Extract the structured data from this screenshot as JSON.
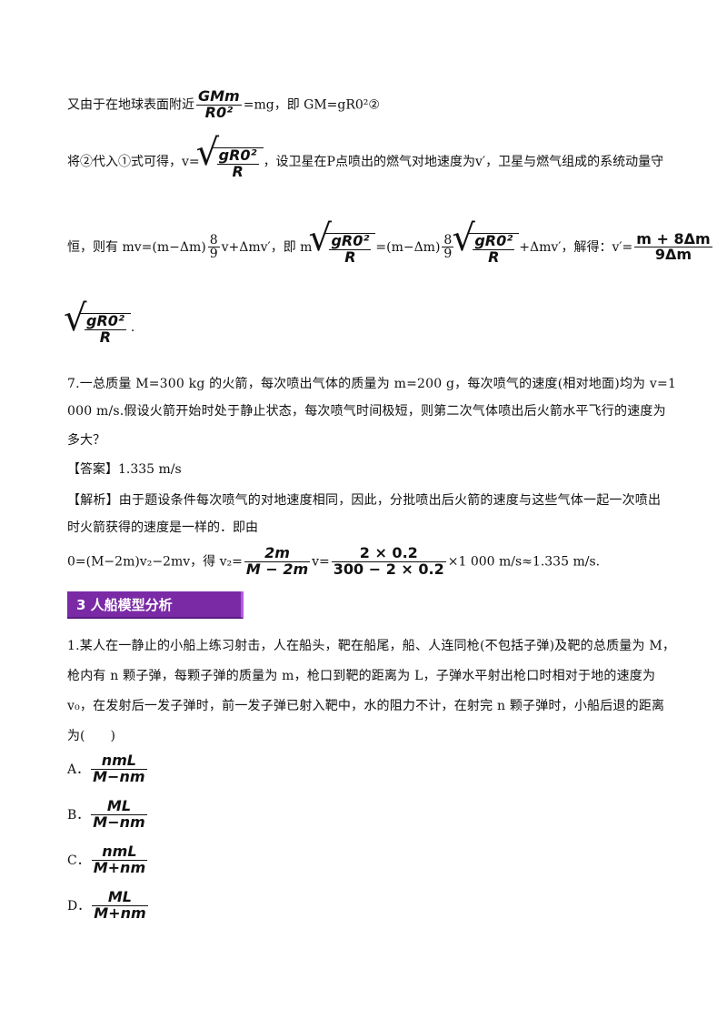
{
  "p1": {
    "pre": "又由于在地球表面附近",
    "frac_num": "GMm",
    "frac_den": "R0²",
    "post": "=mg，即 GM=gR0²②"
  },
  "p2": {
    "pre": "将②代入①式可得，v=",
    "sqrt_num": "gR0²",
    "sqrt_den": "R",
    "post": "，设卫星在P点喷出的燃气对地速度为v′，卫星与燃气组成的系统动量守"
  },
  "p3": {
    "t1": "恒，则有 mv=(m−Δm)",
    "f8": "8",
    "f9": "9",
    "t2": "v+Δmv′，即 m",
    "t3": "=(m−Δm)",
    "t4": "+Δmv′，解得：v′=",
    "res_num": "m + 8Δm",
    "res_den": "9Δm"
  },
  "p4": {
    "tail": "."
  },
  "q7": {
    "l1": "7.一总质量 M=300 kg 的火箭，每次喷出气体的质量为 m=200 g，每次喷气的速度(相对地面)均为 v=1",
    "l2": "000 m/s.假设火箭开始时处于静止状态，每次喷气时间极短，则第二次气体喷出后火箭水平飞行的速度为",
    "l3": "多大？",
    "answer": "【答案】1.335 m/s",
    "exp1": "【解析】由于题设条件每次喷气的对地速度相同，因此，分批喷出后火箭的速度与这些气体一起一次喷出",
    "exp2": "时火箭获得的速度是一样的．即由",
    "eq_pre": "0=(M−2m)v₂−2mv，得 v₂=",
    "eq_f1_num": "2m",
    "eq_f1_den": "M − 2m",
    "eq_mid": "v=",
    "eq_f2_num": "2 × 0.2",
    "eq_f2_den": "300 − 2 × 0.2",
    "eq_post": "×1 000 m/s≈1.335 m/s."
  },
  "section": {
    "title": "3  人船模型分析"
  },
  "q1": {
    "l1": "1.某人在一静止的小船上练习射击，人在船头，靶在船尾，船、人连同枪(不包括子弹)及靶的总质量为 M，",
    "l2": "枪内有 n 颗子弹，每颗子弹的质量为 m，枪口到靶的距离为 L，子弹水平射出枪口时相对于地的速度为",
    "l3": "v₀，在发射后一发子弹时，前一发子弹已射入靶中，水的阻力不计，在射完 n 颗子弹时，小船后退的距离",
    "l4": "为(　　)",
    "options": [
      {
        "label": "A．",
        "num": "nmL",
        "den": "M−nm"
      },
      {
        "label": "B．",
        "num": "ML",
        "den": "M−nm"
      },
      {
        "label": "C．",
        "num": "nmL",
        "den": "M+nm"
      },
      {
        "label": "D．",
        "num": "ML",
        "den": "M+nm"
      }
    ]
  }
}
